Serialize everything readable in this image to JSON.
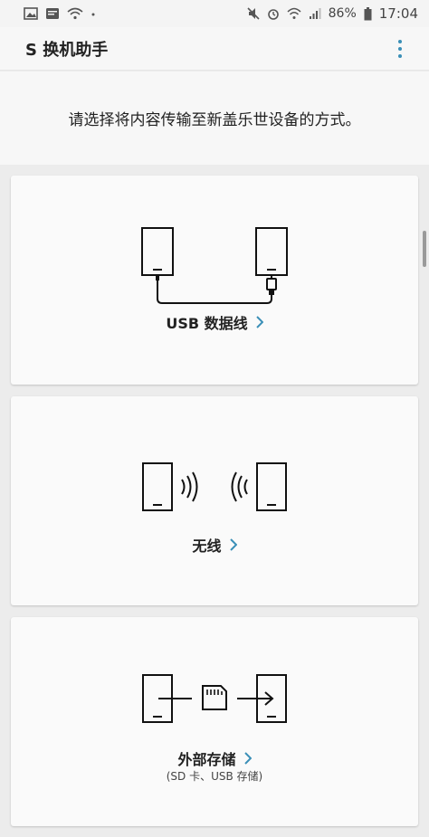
{
  "status_bar": {
    "battery": "86%",
    "time": "17:04"
  },
  "app_bar": {
    "title": "S 换机助手"
  },
  "intro_text": "请选择将内容传输至新盖乐世设备的方式。",
  "options": [
    {
      "label": "USB 数据线",
      "icon": "usb-cable-icon"
    },
    {
      "label": "无线",
      "icon": "wireless-icon"
    },
    {
      "label": "外部存储",
      "sublabel": "(SD 卡、USB 存储)",
      "icon": "external-storage-icon"
    }
  ],
  "colors": {
    "accent": "#3a8fb7",
    "background": "#ececec",
    "card": "#fafafa"
  }
}
